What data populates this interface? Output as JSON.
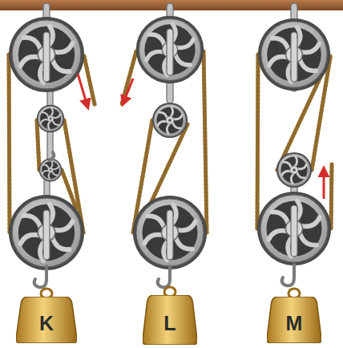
{
  "diagram": {
    "nodes": [
      {
        "text": [
          "K"
        ]
      },
      {
        "text": [
          "L"
        ]
      },
      {
        "text": [
          "M"
        ]
      }
    ]
  }
}
